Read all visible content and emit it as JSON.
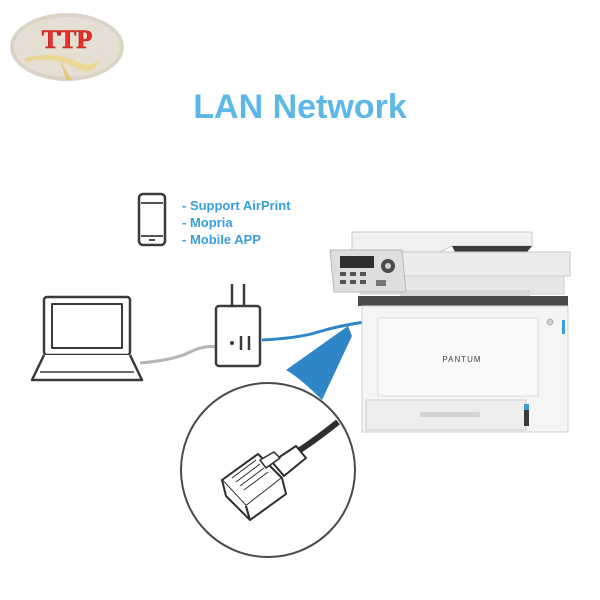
{
  "logo": {
    "text": "TTP"
  },
  "title": "LAN Network",
  "features": [
    "- Support AirPrint",
    "- Mopria",
    "- Mobile APP"
  ],
  "printer": {
    "brand": "PANTUM"
  },
  "colors": {
    "title": "#5bb8e8",
    "features": "#3a9fd8",
    "cable": "#2f86c7",
    "gray_cable": "#b0b0b0",
    "logo_red": "#e8302a",
    "logo_oval": "#d8d2c2",
    "device_outline": "#333333"
  },
  "icons": [
    "ttp-logo",
    "smartphone-icon",
    "laptop-icon",
    "router-icon",
    "printer-image",
    "ethernet-connector-icon"
  ]
}
